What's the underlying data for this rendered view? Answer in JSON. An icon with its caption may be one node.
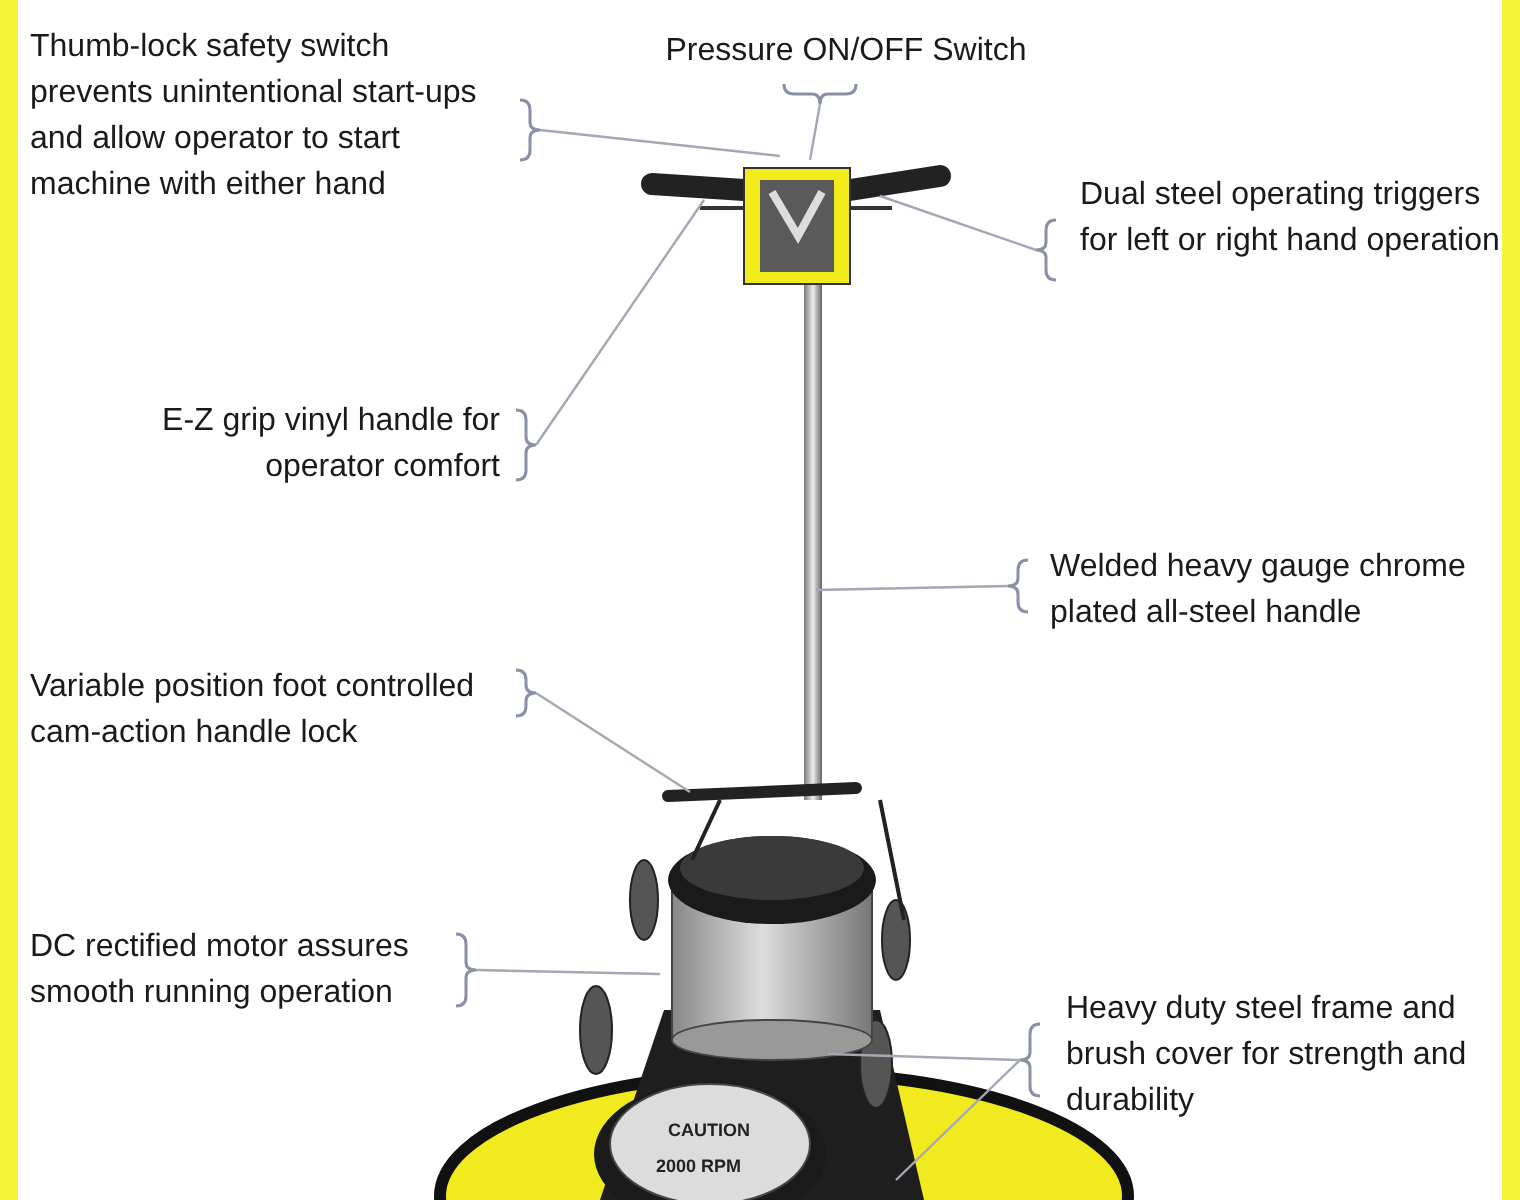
{
  "diagram": {
    "nodes": [
      {
        "text": [
          "Pressure ON/OFF Switch"
        ]
      },
      {
        "text": [
          "Thumb-lock safety switch prevents unintentional start-ups and allow operator to start machine with either hand"
        ]
      },
      {
        "text": [
          "Dual steel operating triggers for left or right hand operation"
        ]
      },
      {
        "text": [
          "E-Z grip vinyl handle for operator comfort"
        ]
      },
      {
        "text": [
          "Welded heavy gauge chrome plated all-steel handle"
        ]
      },
      {
        "text": [
          "Variable position foot controlled cam-action handle lock"
        ]
      },
      {
        "text": [
          "DC rectified motor assures smooth running operation"
        ]
      },
      {
        "text": [
          "Heavy duty steel frame and brush cover for strength and durability"
        ]
      }
    ],
    "edges": [
      {
        "from": 0,
        "to": null,
        "arrow": "none"
      },
      {
        "from": 1,
        "to": null,
        "arrow": "none"
      },
      {
        "from": 2,
        "to": null,
        "arrow": "none"
      },
      {
        "from": 3,
        "to": null,
        "arrow": "none"
      },
      {
        "from": 4,
        "to": null,
        "arrow": "none"
      },
      {
        "from": 5,
        "to": null,
        "arrow": "none"
      },
      {
        "from": 6,
        "to": null,
        "arrow": "none"
      },
      {
        "from": 7,
        "to": null,
        "arrow": "none"
      },
      {
        "from": 7,
        "to": null,
        "arrow": "none"
      }
    ],
    "labels": [
      "CAUTION",
      "2000 RPM"
    ]
  }
}
